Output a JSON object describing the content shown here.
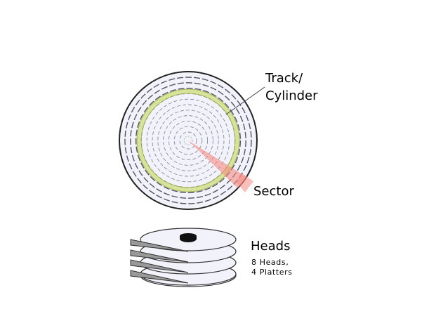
{
  "labels": {
    "track": [
      "Track/",
      "Cylinder"
    ],
    "sector": "Sector",
    "heads": "Heads",
    "heads_note": [
      "8 Heads,",
      "4 Platters"
    ]
  },
  "platter": {
    "track_rings": 11,
    "highlight_color": "#d8e39a",
    "sector_color": "#f58a80",
    "surface_color": "#f2f2fb",
    "dash_color": "#8a8aa0"
  },
  "stack": {
    "platters": 4,
    "heads": 8
  }
}
